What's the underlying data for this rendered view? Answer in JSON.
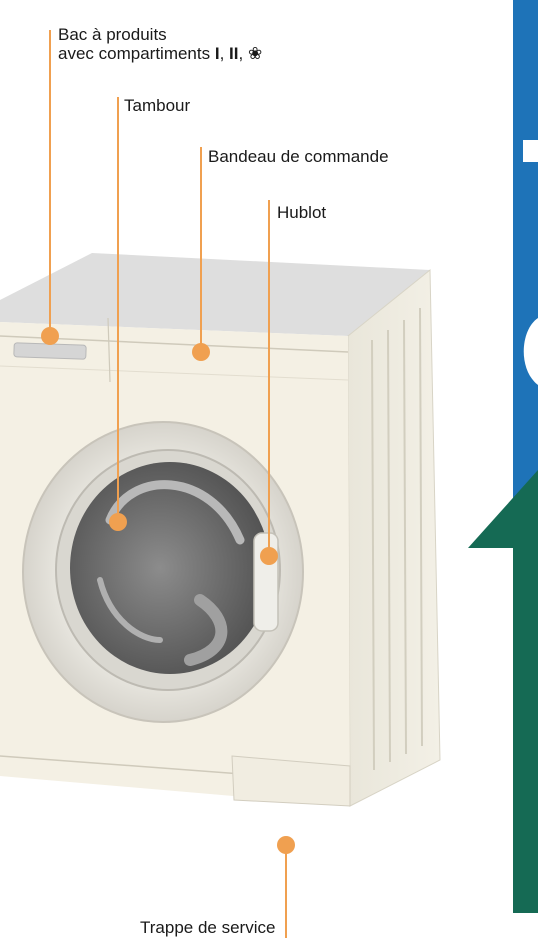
{
  "colors": {
    "callout": "#F0A050",
    "blue_panel": "#1E73B8",
    "green_panel": "#156A54",
    "machine_body": "#F4F0E4",
    "machine_top": "#DCDCDC",
    "drum": "#6A6A6A"
  },
  "labels": {
    "detergent_line1": "Bac à produits",
    "detergent_line2_prefix": "avec compartiments ",
    "detergent_comp1": "I",
    "detergent_sep1": ", ",
    "detergent_comp2": "II",
    "detergent_sep2": ", ",
    "detergent_comp3": "❀",
    "drum": "Tambour",
    "control_panel": "Bandeau de commande",
    "porthole": "Hublot",
    "service_flap": "Trappe de service"
  }
}
